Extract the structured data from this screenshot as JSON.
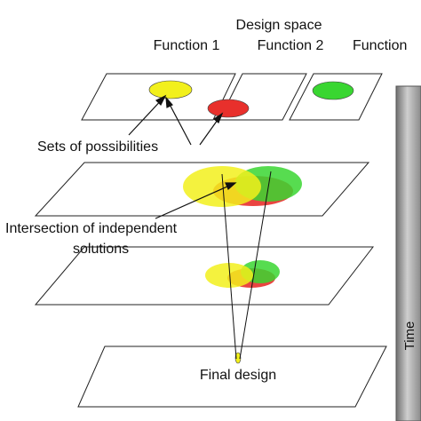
{
  "header": {
    "design_space": "Design space",
    "function_1": "Function 1",
    "function_2": "Function 2",
    "function_3": "Function"
  },
  "annotations": {
    "sets_of_possibilities": "Sets of possibilities",
    "intersection_line1": "Intersection of independent",
    "intersection_line2": "solutions",
    "final_design": "Final design"
  },
  "time_axis": {
    "label": "Time"
  },
  "colors": {
    "yellow": "#f2f01c",
    "red": "#e8302c",
    "green": "#39d631",
    "time_arrow": "#9a9a9a",
    "outline": "#222222"
  }
}
